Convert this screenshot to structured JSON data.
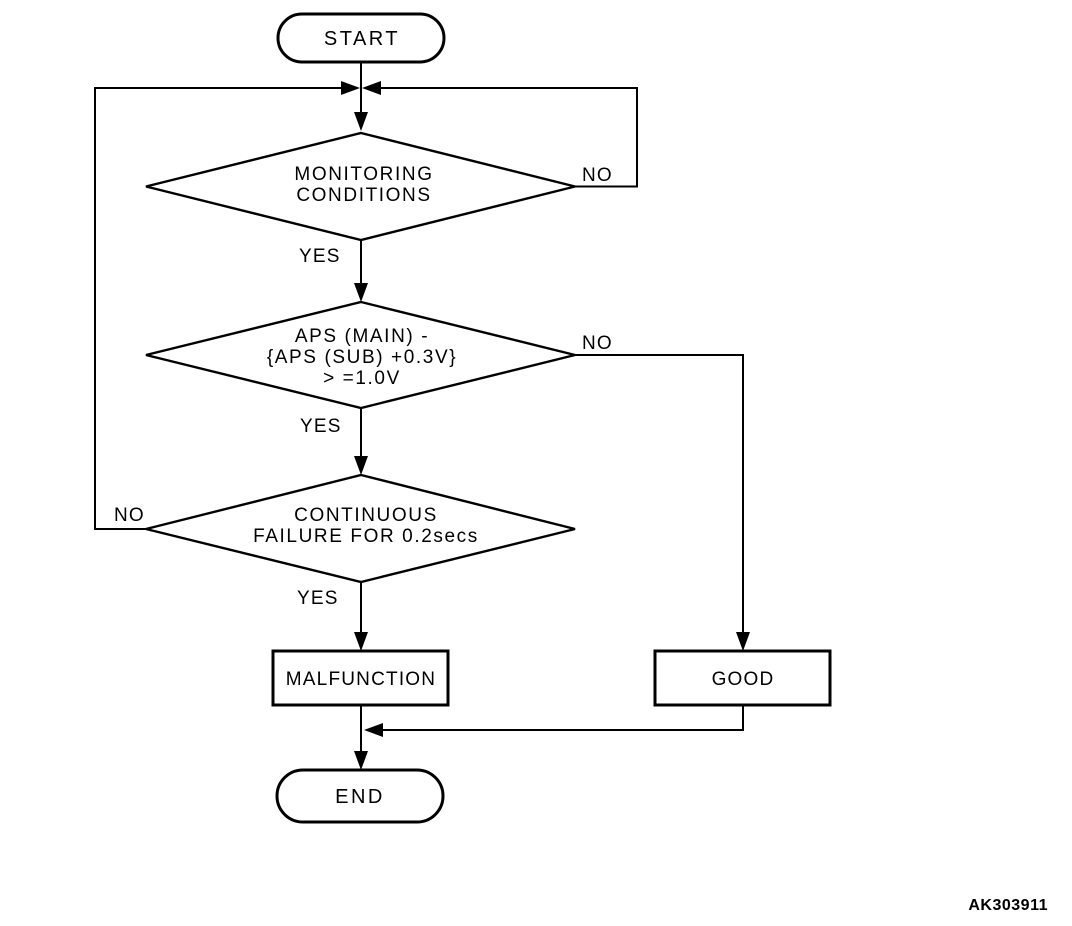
{
  "flowchart": {
    "terminators": {
      "start": "START",
      "end": "END"
    },
    "decisions": {
      "monitoring": {
        "lines": [
          "MONITORING",
          "CONDITIONS"
        ]
      },
      "aps": {
        "lines": [
          "APS (MAIN) -",
          "{APS (SUB) +0.3V}",
          "> =1.0V"
        ]
      },
      "continuous": {
        "lines": [
          "CONTINUOUS",
          "FAILURE FOR 0.2secs"
        ]
      }
    },
    "processes": {
      "malfunction": "MALFUNCTION",
      "good": "GOOD"
    },
    "branch_labels": {
      "monitoring_no": "NO",
      "monitoring_yes": "YES",
      "aps_no": "NO",
      "aps_yes": "YES",
      "continuous_no": "NO",
      "continuous_yes": "YES"
    },
    "figure_code": "AK303911",
    "colors": {
      "ink": "#000000",
      "background": "#ffffff"
    }
  }
}
